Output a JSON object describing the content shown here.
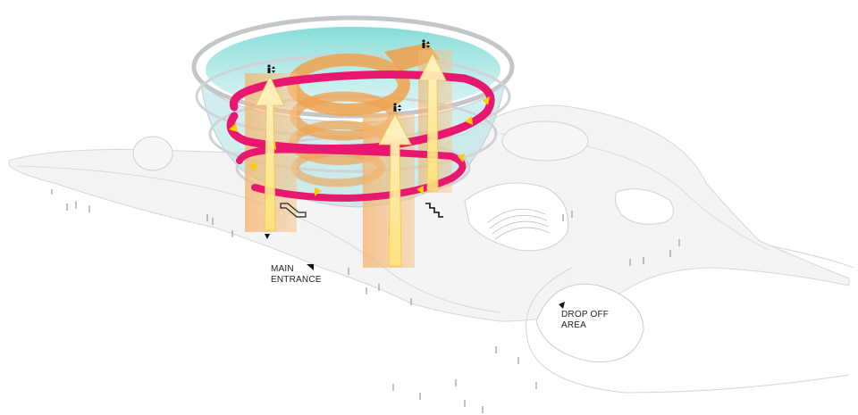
{
  "labels": {
    "main_entrance": {
      "line1": "MAIN",
      "line2": "ENTRANCE"
    },
    "drop_off": {
      "line1": "DROP OFF",
      "line2": "AREA"
    }
  },
  "colors": {
    "ground": "#f3f3f3",
    "ground_edge": "#d0d0d0",
    "glass": "#7fd9d6",
    "glass_rim": "#c9cccf",
    "core": "#f2a04a",
    "ramp": "#e8176f",
    "arrow": "#ffd21a",
    "arrow_shaft": "#fff0b0",
    "flow": "#ffcc00"
  },
  "icons": {
    "elevator": "elevator-icon",
    "stairs": "stairs-icon",
    "escalator": "escalator-icon",
    "entrance_marker": "entrance-triangle-icon"
  }
}
